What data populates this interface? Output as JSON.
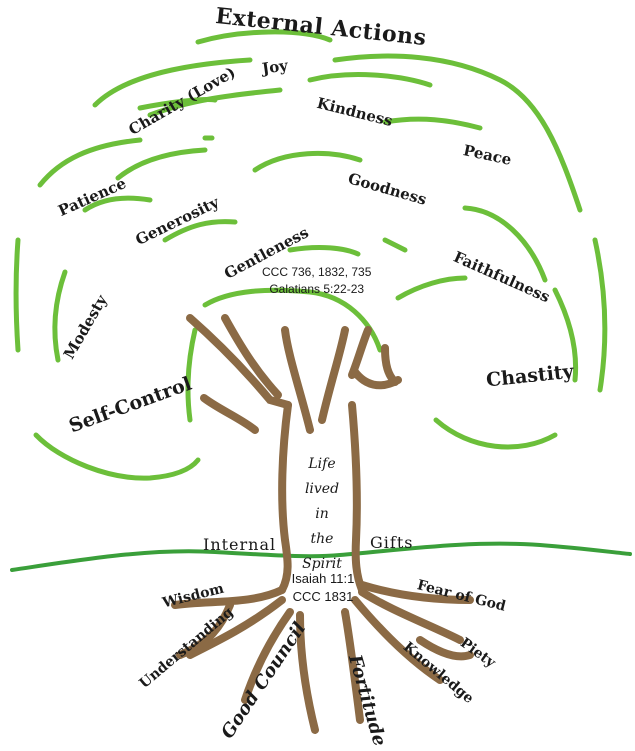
{
  "colors": {
    "canopy": "#6cbf3a",
    "ground": "#3a9f3a",
    "trunk": "#8b6a45",
    "text": "#1a1a1a"
  },
  "canopy": {
    "title": "External Actions",
    "fruits": {
      "joy": "Joy",
      "charity": "Charity (Love)",
      "kindness": "Kindness",
      "peace": "Peace",
      "patience": "Patience",
      "goodness": "Goodness",
      "generosity": "Generosity",
      "gentleness": "Gentleness",
      "faithfulness": "Faithfulness",
      "modesty": "Modesty",
      "chastity": "Chastity",
      "self_control": "Self-Control"
    },
    "references": {
      "line1": "CCC 736, 1832, 735",
      "line2": "Galatians 5:22-23"
    }
  },
  "trunk": {
    "words": [
      "Life",
      "lived",
      "in",
      "the",
      "Spirit"
    ],
    "references": {
      "line1": "Isaiah 11:1",
      "line2": "CCC 1831"
    }
  },
  "ground": {
    "left_label": "Internal",
    "right_label": "Gifts"
  },
  "roots": {
    "gifts": {
      "wisdom": "Wisdom",
      "understanding": "Understanding",
      "good_council": "Good Council",
      "fortitude": "Fortitude",
      "knowledge": "Knowledge",
      "piety": "Piety",
      "fear_of_god": "Fear of God"
    }
  }
}
